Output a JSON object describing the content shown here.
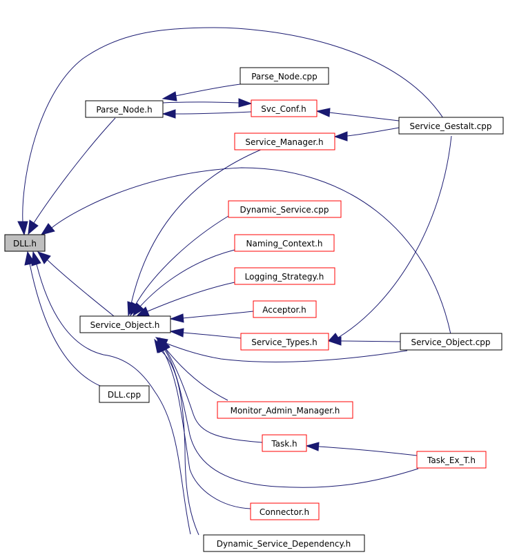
{
  "colors": {
    "edge": "#191970",
    "border_normal": "#000000",
    "border_truncated": "#ff0000",
    "fill_root": "#bfbfbf",
    "fill_normal": "#ffffff"
  },
  "nodes": {
    "dll_h": {
      "label": "DLL.h",
      "style": "root"
    },
    "dll_cpp": {
      "label": "DLL.cpp",
      "style": "normal"
    },
    "parse_node_h": {
      "label": "Parse_Node.h",
      "style": "normal"
    },
    "parse_node_cpp": {
      "label": "Parse_Node.cpp",
      "style": "normal"
    },
    "svc_conf_h": {
      "label": "Svc_Conf.h",
      "style": "truncated"
    },
    "service_gestalt_cpp": {
      "label": "Service_Gestalt.cpp",
      "style": "normal"
    },
    "service_manager_h": {
      "label": "Service_Manager.h",
      "style": "truncated"
    },
    "dynamic_service_cpp": {
      "label": "Dynamic_Service.cpp",
      "style": "truncated"
    },
    "naming_context_h": {
      "label": "Naming_Context.h",
      "style": "truncated"
    },
    "logging_strategy_h": {
      "label": "Logging_Strategy.h",
      "style": "truncated"
    },
    "acceptor_h": {
      "label": "Acceptor.h",
      "style": "truncated"
    },
    "service_object_h": {
      "label": "Service_Object.h",
      "style": "normal"
    },
    "service_types_h": {
      "label": "Service_Types.h",
      "style": "truncated"
    },
    "service_object_cpp": {
      "label": "Service_Object.cpp",
      "style": "normal"
    },
    "monitor_admin_manager_h": {
      "label": "Monitor_Admin_Manager.h",
      "style": "truncated"
    },
    "task_h": {
      "label": "Task.h",
      "style": "truncated"
    },
    "task_ex_t_h": {
      "label": "Task_Ex_T.h",
      "style": "truncated"
    },
    "connector_h": {
      "label": "Connector.h",
      "style": "truncated"
    },
    "dynamic_service_dependency_h": {
      "label": "Dynamic_Service_Dependency.h",
      "style": "normal"
    }
  },
  "edges": [
    {
      "from": "parse_node_h",
      "to": "dll_h"
    },
    {
      "from": "service_gestalt_cpp",
      "to": "dll_h"
    },
    {
      "from": "service_object_cpp",
      "to": "dll_h"
    },
    {
      "from": "service_object_h",
      "to": "dll_h"
    },
    {
      "from": "dll_cpp",
      "to": "dll_h"
    },
    {
      "from": "dynamic_service_dependency_h",
      "to": "dll_h"
    },
    {
      "from": "parse_node_cpp",
      "to": "parse_node_h"
    },
    {
      "from": "svc_conf_h",
      "to": "parse_node_h"
    },
    {
      "from": "parse_node_h",
      "to": "svc_conf_h"
    },
    {
      "from": "service_gestalt_cpp",
      "to": "svc_conf_h"
    },
    {
      "from": "service_gestalt_cpp",
      "to": "service_manager_h"
    },
    {
      "from": "service_gestalt_cpp",
      "to": "service_types_h"
    },
    {
      "from": "service_manager_h",
      "to": "service_object_h"
    },
    {
      "from": "dynamic_service_cpp",
      "to": "service_object_h"
    },
    {
      "from": "naming_context_h",
      "to": "service_object_h"
    },
    {
      "from": "logging_strategy_h",
      "to": "service_object_h"
    },
    {
      "from": "acceptor_h",
      "to": "service_object_h"
    },
    {
      "from": "service_types_h",
      "to": "service_object_h"
    },
    {
      "from": "service_object_cpp",
      "to": "service_object_h"
    },
    {
      "from": "service_object_cpp",
      "to": "service_types_h"
    },
    {
      "from": "monitor_admin_manager_h",
      "to": "service_object_h"
    },
    {
      "from": "task_h",
      "to": "service_object_h"
    },
    {
      "from": "task_ex_t_h",
      "to": "service_object_h"
    },
    {
      "from": "task_ex_t_h",
      "to": "task_h"
    },
    {
      "from": "connector_h",
      "to": "service_object_h"
    },
    {
      "from": "dynamic_service_dependency_h",
      "to": "service_object_h"
    }
  ]
}
